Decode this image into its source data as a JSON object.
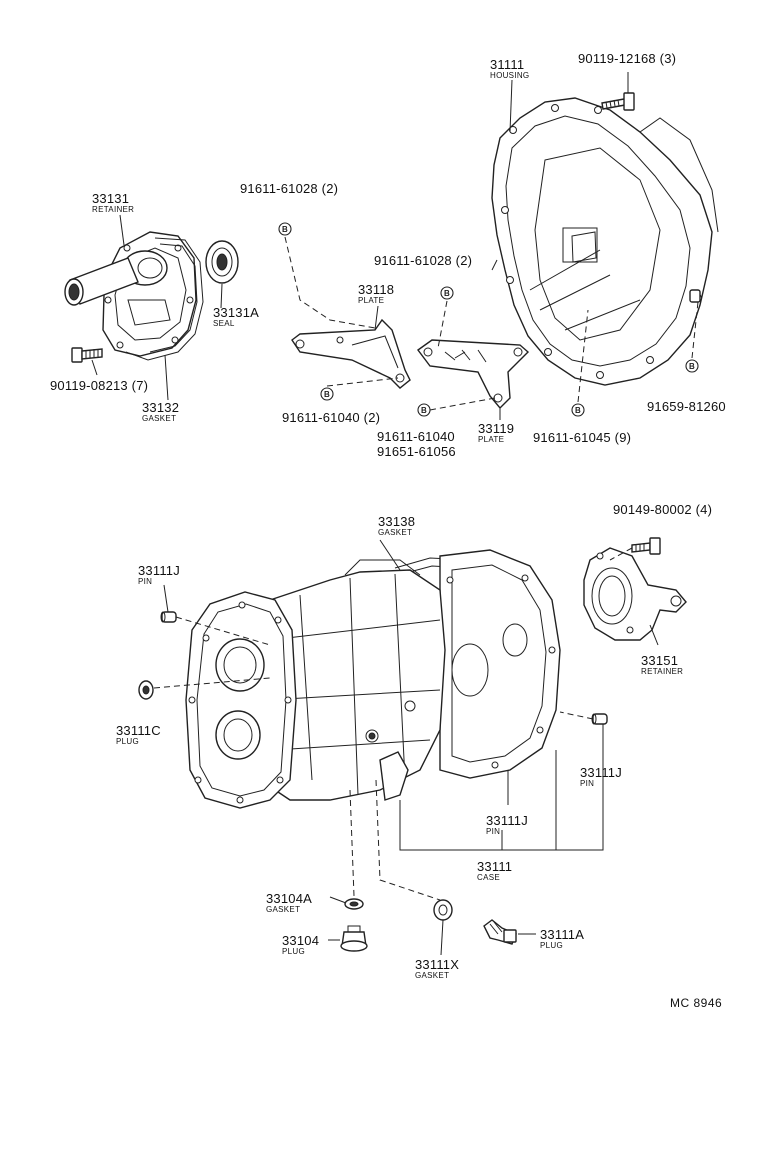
{
  "diagram": {
    "code": "MC 8946",
    "bolt_symbol": "B",
    "parts": [
      {
        "id": "p31111",
        "number": "31111",
        "name": "HOUSING"
      },
      {
        "id": "p90119_12168",
        "number": "90119-12168 (3)",
        "name": ""
      },
      {
        "id": "p33131",
        "number": "33131",
        "name": "RETAINER"
      },
      {
        "id": "p91611_61028a",
        "number": "91611-61028 (2)",
        "name": ""
      },
      {
        "id": "p91611_61028b",
        "number": "91611-61028 (2)",
        "name": ""
      },
      {
        "id": "p33118",
        "number": "33118",
        "name": "PLATE"
      },
      {
        "id": "p33131A",
        "number": "33131A",
        "name": "SEAL"
      },
      {
        "id": "p90119_08213",
        "number": "90119-08213 (7)",
        "name": ""
      },
      {
        "id": "p33132",
        "number": "33132",
        "name": "GASKET"
      },
      {
        "id": "p91611_61040a",
        "number": "91611-61040 (2)",
        "name": ""
      },
      {
        "id": "p33119",
        "number": "33119",
        "name": "PLATE"
      },
      {
        "id": "p91611_61040b",
        "number": "91611-61040",
        "name": ""
      },
      {
        "id": "p91651_61056",
        "number": "91651-61056",
        "name": ""
      },
      {
        "id": "p91611_61045",
        "number": "91611-61045 (9)",
        "name": ""
      },
      {
        "id": "p91659_81260",
        "number": "91659-81260",
        "name": ""
      },
      {
        "id": "p90149_80002",
        "number": "90149-80002 (4)",
        "name": ""
      },
      {
        "id": "p33138",
        "number": "33138",
        "name": "GASKET"
      },
      {
        "id": "p33111J_a",
        "number": "33111J",
        "name": "PIN"
      },
      {
        "id": "p33151",
        "number": "33151",
        "name": "RETAINER"
      },
      {
        "id": "p33111C",
        "number": "33111C",
        "name": "PLUG"
      },
      {
        "id": "p33111J_b",
        "number": "33111J",
        "name": "PIN"
      },
      {
        "id": "p33111J_c",
        "number": "33111J",
        "name": "PIN"
      },
      {
        "id": "p33111",
        "number": "33111",
        "name": "CASE"
      },
      {
        "id": "p33104A",
        "number": "33104A",
        "name": "GASKET"
      },
      {
        "id": "p33104",
        "number": "33104",
        "name": "PLUG"
      },
      {
        "id": "p33111X",
        "number": "33111X",
        "name": "GASKET"
      },
      {
        "id": "p33111A",
        "number": "33111A",
        "name": "PLUG"
      }
    ]
  }
}
